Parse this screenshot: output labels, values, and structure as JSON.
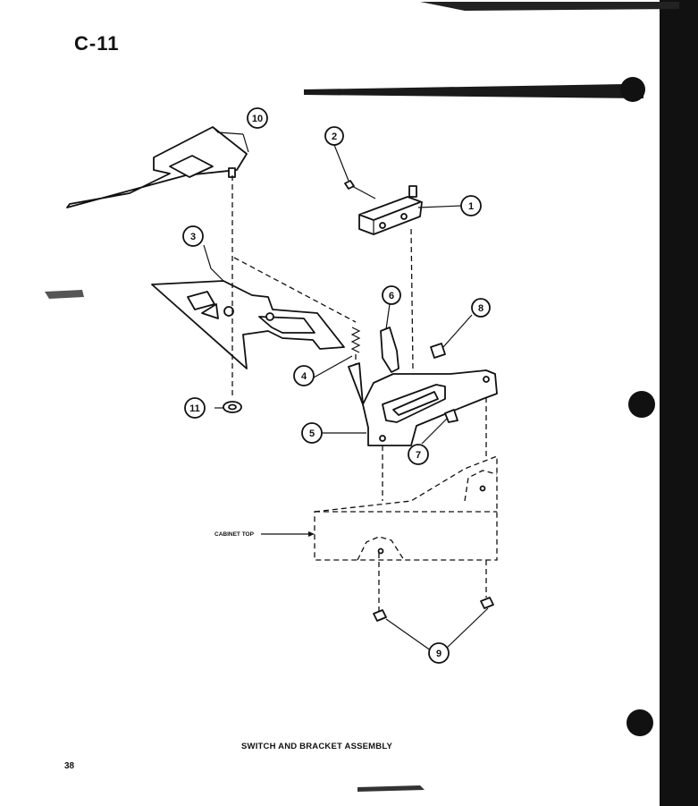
{
  "page": {
    "code": "C-11",
    "caption": "SWITCH AND BRACKET ASSEMBLY",
    "page_number": "38"
  },
  "labels": {
    "cabinet_top": "CABINET TOP"
  },
  "callouts": {
    "c1": "1",
    "c2": "2",
    "c3": "3",
    "c4": "4",
    "c5": "5",
    "c6": "6",
    "c7": "7",
    "c8": "8",
    "c9": "9",
    "c10": "10",
    "c11": "11"
  },
  "colors": {
    "ink": "#111111",
    "paper": "#ffffff"
  }
}
